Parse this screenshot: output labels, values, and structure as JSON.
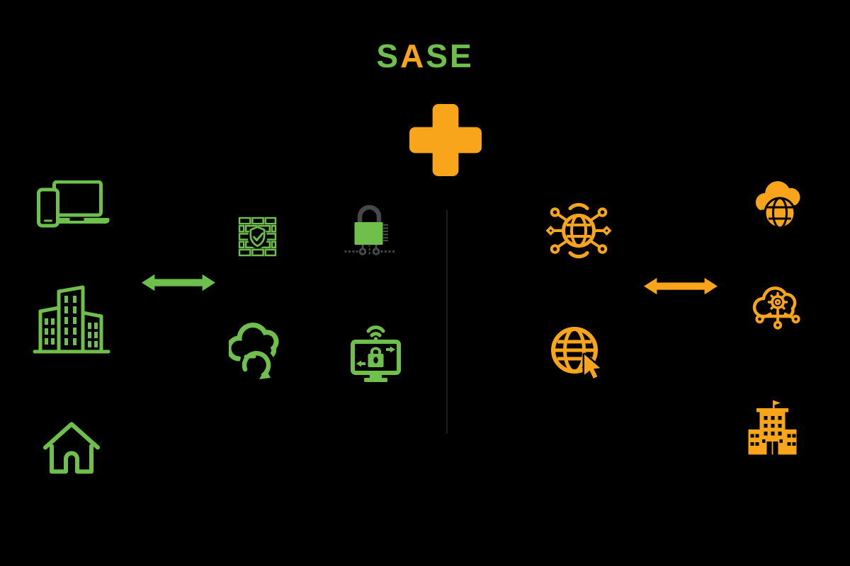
{
  "title": {
    "text": "SASE",
    "letters": [
      {
        "char": "S",
        "color": "#6ebf4b"
      },
      {
        "char": "A",
        "color": "#f9a51b"
      },
      {
        "char": "S",
        "color": "#6ebf4b"
      },
      {
        "char": "E",
        "color": "#6ebf4b"
      }
    ]
  },
  "colors": {
    "background": "#000000",
    "green": "#6ebf4b",
    "orange": "#f9a51b",
    "lock_gray": "#47484a",
    "divider_line": "#1d1d1d"
  },
  "center": {
    "plus_icon": "plus-icon",
    "divider": "vertical-divider-line"
  },
  "groups": {
    "clients": {
      "color": "#6ebf4b",
      "icons": [
        "devices",
        "office-building",
        "home"
      ]
    },
    "security_services": {
      "color": "#6ebf4b",
      "icons": [
        "firewall-shield",
        "padlock-chain",
        "cloud-sync",
        "secure-desktop"
      ]
    },
    "network_services": {
      "color": "#f9a51b",
      "icons": [
        "network-globe",
        "internet-globe-cursor"
      ]
    },
    "destinations": {
      "color": "#f9a51b",
      "icons": [
        "cloud-globe",
        "cloud-services",
        "campus-building"
      ]
    }
  },
  "arrows": {
    "left_color": "#6ebf4b",
    "right_color": "#f9a51b",
    "type": "double-headed-arrow"
  }
}
